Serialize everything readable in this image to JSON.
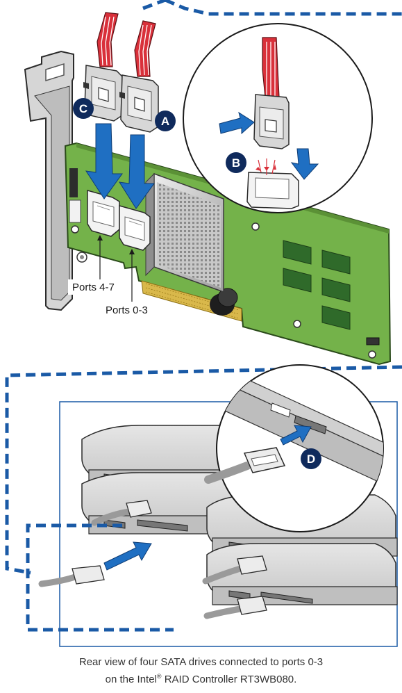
{
  "labels": {
    "ports_4_7": "Ports 4-7",
    "ports_0_3": "Ports 0-3"
  },
  "steps": {
    "a": "A",
    "b": "B",
    "c": "C",
    "d": "D"
  },
  "caption": {
    "line1": "Rear view of four SATA drives connected to ports 0-3",
    "line2_pre": "on the Intel",
    "line2_reg": "®",
    "line2_post": " RAID Controller RT3WB080."
  },
  "colors": {
    "callout_dash": "#1a5aa6",
    "arrow_blue": "#1f6fc2",
    "cable_red": "#d9303a",
    "pcb_green": "#74b24a",
    "badge_navy": "#0f2a5c"
  }
}
